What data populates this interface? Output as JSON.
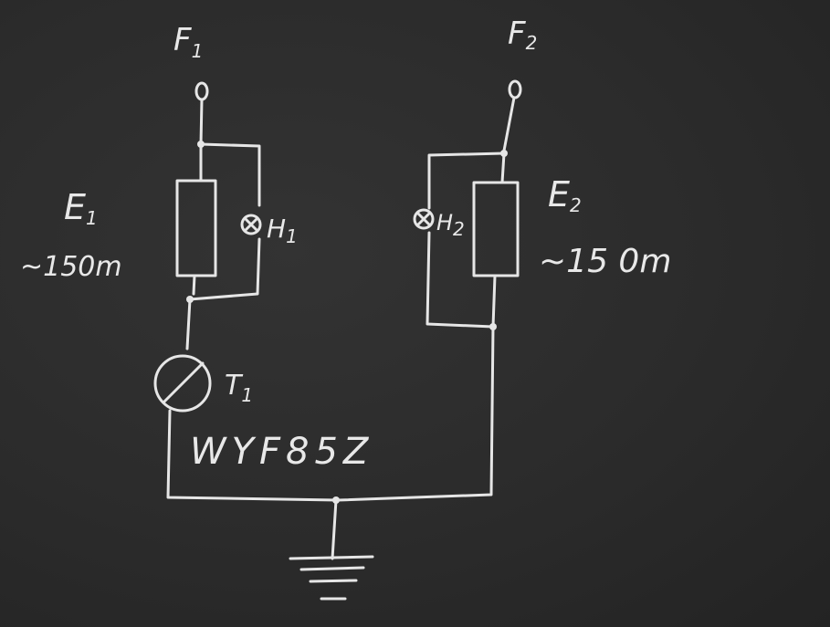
{
  "terminals": {
    "f1": {
      "label": "F",
      "sub": "1"
    },
    "f2": {
      "label": "F",
      "sub": "2"
    }
  },
  "resistors": {
    "e1": {
      "label": "E",
      "sub": "1",
      "value": "~150m"
    },
    "e2": {
      "label": "E",
      "sub": "2",
      "value": "~15 0m"
    }
  },
  "lamps": {
    "h1": {
      "label": "H",
      "sub": "1"
    },
    "h2": {
      "label": "H",
      "sub": "2"
    }
  },
  "switch": {
    "label": "T",
    "sub": "1",
    "part": "WYF85Z"
  },
  "colors": {
    "board": "#2a2a2a",
    "chalk": "#e6e6e6"
  }
}
